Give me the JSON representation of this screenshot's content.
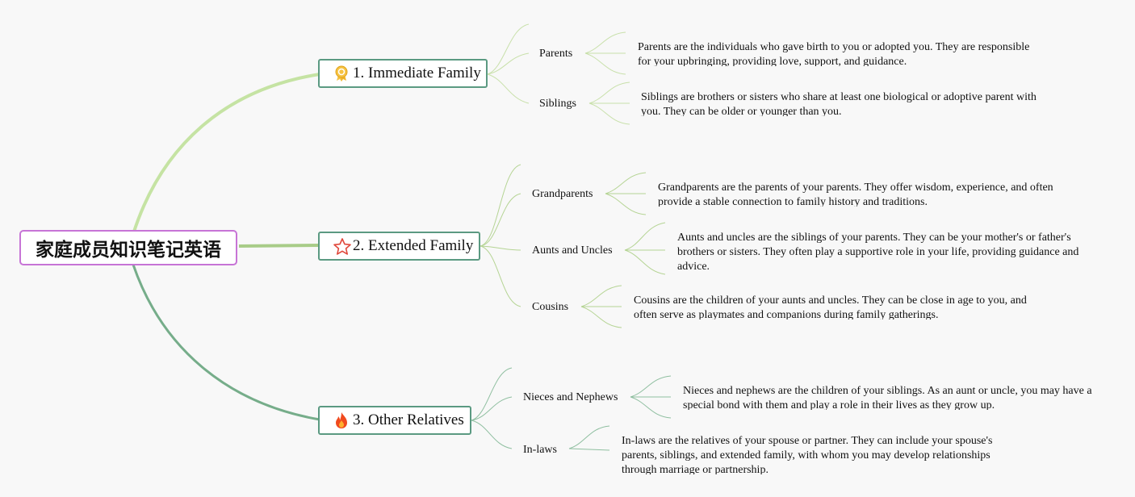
{
  "root": {
    "title": "家庭成员知识笔记英语"
  },
  "branches": [
    {
      "label": "1. Immediate Family",
      "icon": "ribbon-icon",
      "children": [
        {
          "label": "Parents",
          "desc": "Parents are the individuals who gave birth to you or adopted you. They are responsible for your upbringing, providing love, support, and guidance."
        },
        {
          "label": "Siblings",
          "desc": "Siblings are brothers or sisters who share at least one biological or adoptive parent with you. They can be older or younger than you."
        }
      ]
    },
    {
      "label": "2. Extended Family",
      "icon": "star-icon",
      "children": [
        {
          "label": "Grandparents",
          "desc": "Grandparents are the parents of your parents. They offer wisdom, experience, and often provide a stable connection to family history and traditions."
        },
        {
          "label": "Aunts and Uncles",
          "desc": "Aunts and uncles are the siblings of your parents. They can be your mother's or father's brothers or sisters. They often play a supportive role in your life, providing guidance and advice."
        },
        {
          "label": "Cousins",
          "desc": "Cousins are the children of your aunts and uncles. They can be close in age to you, and often serve as playmates and companions during family gatherings."
        }
      ]
    },
    {
      "label": "3. Other Relatives",
      "icon": "fire-icon",
      "children": [
        {
          "label": "Nieces and Nephews",
          "desc": "Nieces and nephews are the children of your siblings. As an aunt or uncle, you may have a special bond with them and play a role in their lives as they grow up."
        },
        {
          "label": "In-laws",
          "desc": "In-laws are the relatives of your spouse or partner. They can include your spouse's parents, siblings, and extended family, with whom you may develop relationships through marriage or partnership."
        }
      ]
    }
  ],
  "colors": {
    "root_border": "#c774d6",
    "branch_border": "#5b9a82",
    "link_branch1": "#c5e3a3",
    "link_branch2": "#a8cc88",
    "link_branch3": "#76ad8a"
  }
}
